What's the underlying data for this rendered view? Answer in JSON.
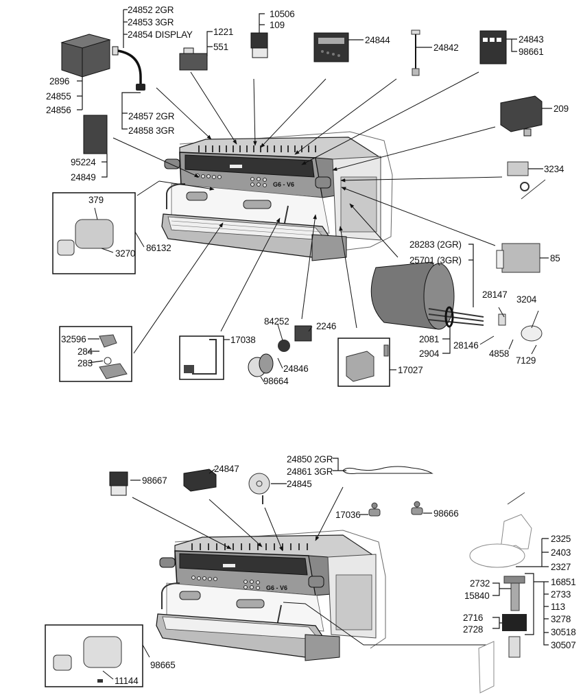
{
  "diagram": {
    "title": "",
    "model_badge": "G6 - V6",
    "upper_machine": {
      "callouts": {
        "display_cable": [
          "24852 2GR",
          "24853 3GR",
          "24854 DISPLAY"
        ],
        "control_box": [
          "2896",
          "24855",
          "24856"
        ],
        "cable_end": [
          "24857 2GR",
          "24858 3GR"
        ],
        "relay_block": [
          "1221",
          "551"
        ],
        "solenoid_valve": [
          "10506",
          "109"
        ],
        "display_unit": [
          "24844"
        ],
        "probe_cable": [
          "24842"
        ],
        "keypad_right": [
          "24843",
          "98661"
        ],
        "pressure_switch": [
          "209"
        ],
        "keypad_left": [
          "95224",
          "24849"
        ],
        "pump_assembly": [
          "379",
          "3270",
          "86132"
        ],
        "thermostat": [
          "3234"
        ],
        "contactor": [
          "85"
        ],
        "heating_element": [
          "28283 (2GR)",
          "25701 (3GR)"
        ],
        "element_parts": [
          "28147",
          "3204",
          "2081",
          "2904",
          "28146",
          "4858",
          "7129"
        ],
        "flow_meter": [
          "32596",
          "284",
          "283"
        ],
        "bracket": [
          "17038"
        ],
        "switch_assembly": [
          "84252",
          "2246",
          "24846",
          "98664"
        ],
        "transformer": [
          "17027"
        ]
      }
    },
    "lower_machine": {
      "callouts": {
        "solenoid_valve": [
          "98667"
        ],
        "box_component": [
          "24847"
        ],
        "level_probe": [
          "24845"
        ],
        "heater_wire": [
          "24850 2GR",
          "24861 3GR"
        ],
        "fitting_left": [
          "17036"
        ],
        "fitting_right": [
          "98666"
        ],
        "group_cover": [
          "2325",
          "2403",
          "2327"
        ],
        "valve_stem": [
          "2732",
          "15840"
        ],
        "valve_coil": [
          "2716",
          "2728"
        ],
        "valve_parts": [
          "16851",
          "2733",
          "113",
          "3278",
          "30518",
          "30507"
        ],
        "pump_motor": [
          "98665",
          "11144"
        ]
      }
    }
  }
}
